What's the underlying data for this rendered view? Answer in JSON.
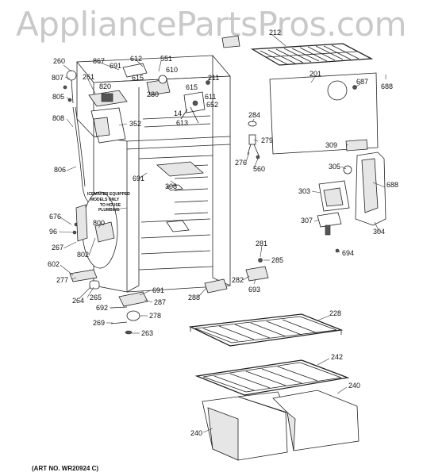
{
  "watermark": "AppliancePartsPros.com",
  "art_number": "(ART NO. WR20924 C)",
  "notes": {
    "icemaker_line1": "ICEMAKER EQUIPPED",
    "icemaker_line2": "MODELS ONLY",
    "house_line1": "TO HOUSE",
    "house_line2": "PLUMBING"
  },
  "callouts": [
    "212",
    "201",
    "687",
    "688",
    "260",
    "867",
    "612",
    "551",
    "691",
    "615",
    "610",
    "807",
    "261",
    "820",
    "280",
    "805",
    "211",
    "615",
    "611",
    "652",
    "14",
    "613",
    "284",
    "279",
    "808",
    "352",
    "276",
    "560",
    "309",
    "305",
    "691",
    "308",
    "688",
    "303",
    "806",
    "676",
    "96",
    "800",
    "267",
    "802",
    "307",
    "304",
    "281",
    "285",
    "694",
    "602",
    "277",
    "282",
    "693",
    "691",
    "287",
    "264",
    "265",
    "288",
    "692",
    "278",
    "269",
    "263",
    "228",
    "242",
    "240",
    "240"
  ]
}
